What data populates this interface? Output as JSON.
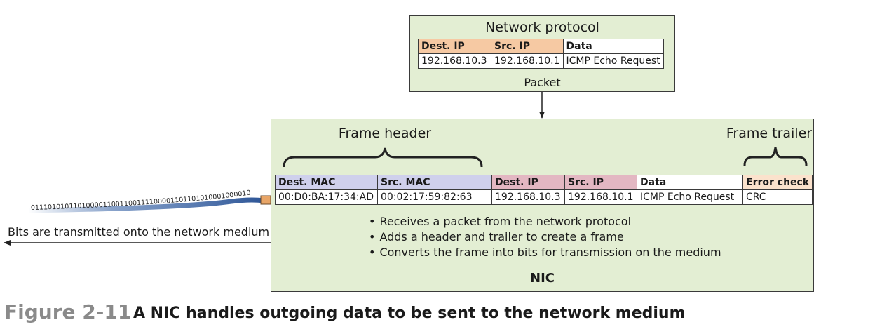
{
  "network_protocol": {
    "title": "Network protocol",
    "headers": [
      "Dest. IP",
      "Src. IP",
      "Data"
    ],
    "values": [
      "192.168.10.3",
      "192.168.10.1",
      "ICMP Echo Request"
    ],
    "caption": "Packet"
  },
  "nic": {
    "frame_header_label": "Frame header",
    "frame_trailer_label": "Frame trailer",
    "headers": [
      "Dest. MAC",
      "Src. MAC",
      "Dest. IP",
      "Src. IP",
      "Data",
      "Error check"
    ],
    "values": [
      "00:D0:BA:17:34:AD",
      "00:02:17:59:82:63",
      "192.168.10.3",
      "192.168.10.1",
      "ICMP Echo Request",
      "CRC"
    ],
    "bullets": [
      "Receives a packet from the network protocol",
      "Adds a header and trailer to create a frame",
      "Converts the frame into bits for transmission on the medium"
    ],
    "label": "NIC"
  },
  "cable": {
    "bits": "0111010101101000011001100111100001101101010001000010",
    "medium_label": "Bits are transmitted onto the network medium"
  },
  "caption": {
    "figure": "Figure 2-11",
    "text": "A NIC handles outgoing data to be sent to the network medium"
  },
  "colors": {
    "box_fill": "#e3eed3",
    "ip_header": "#f6c9a3",
    "mac_header": "#cfd0ec",
    "frame_ip_header": "#e3b7c2",
    "error_header": "#fbe2cc",
    "cable": "#3b66a8"
  }
}
